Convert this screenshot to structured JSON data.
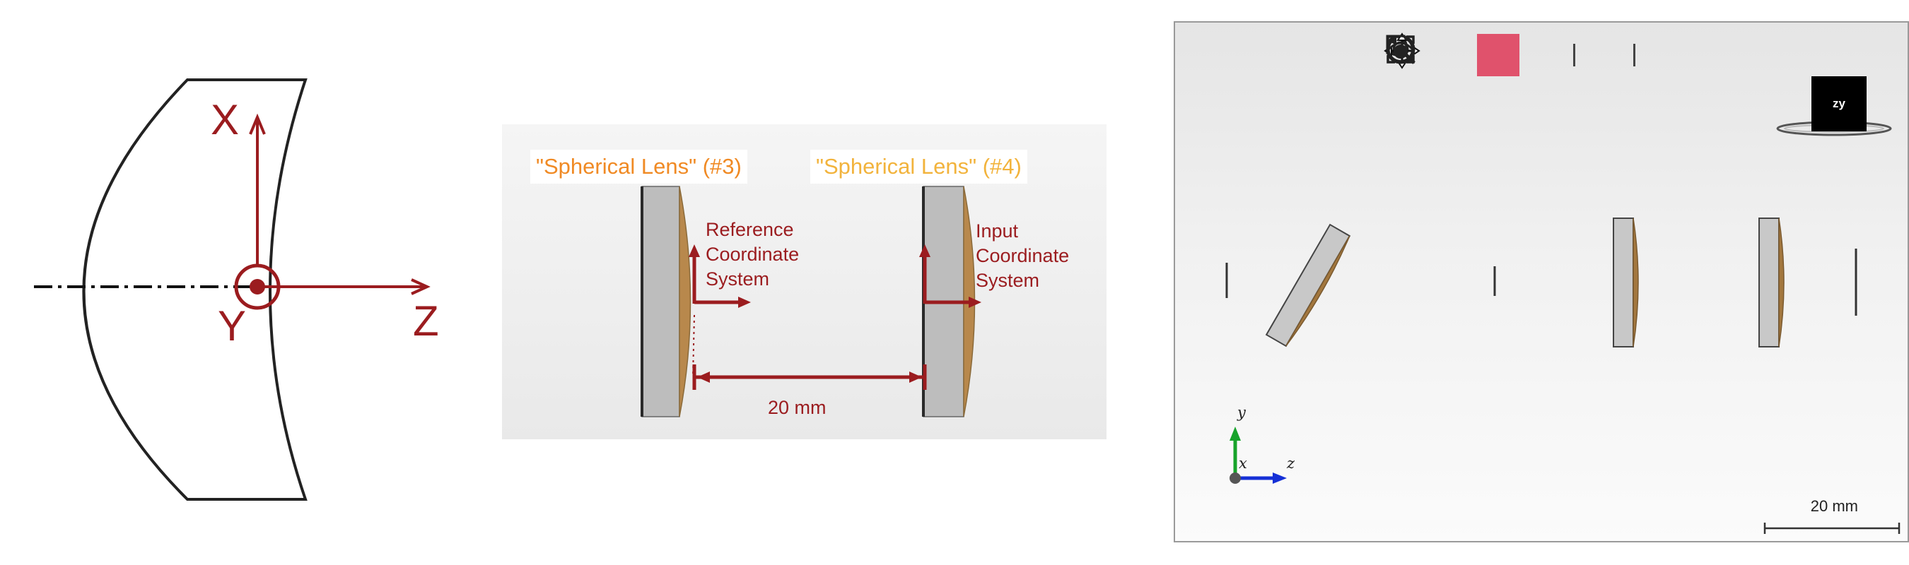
{
  "coordinate_sketch": {
    "axis_x": "X",
    "axis_y": "Y",
    "axis_z": "Z"
  },
  "lens_detail": {
    "lens_3_tag": "\"Spherical Lens\" (#3)",
    "lens_4_tag": "\"Spherical Lens\" (#4)",
    "reference_label": [
      "Reference",
      "Coordinate",
      "System"
    ],
    "input_label": [
      "Input",
      "Coordinate",
      "System"
    ],
    "distance_label": "20 mm"
  },
  "viewer": {
    "toolbar": [
      {
        "name": "zoom-window-icon",
        "active": false
      },
      {
        "name": "zoom-icon",
        "active": false
      },
      {
        "name": "pan-icon",
        "active": true
      },
      {
        "name": "rotate-icon",
        "active": false
      },
      {
        "name": "view-visibility-icon",
        "active": false
      },
      {
        "name": "fit-to-view-icon",
        "active": false
      }
    ],
    "view_cube_label": "zy",
    "triad": {
      "x": "x",
      "y": "y",
      "z": "z"
    },
    "scale_bar_label": "20 mm"
  },
  "colors": {
    "accent_red": "#9b1c1f",
    "tag_orange": "#f08a24",
    "tag_yellow": "#f2b33c",
    "pan_active": "#e0526c",
    "axis_x_blue": "#1530d6",
    "axis_y_green": "#17a32a"
  }
}
